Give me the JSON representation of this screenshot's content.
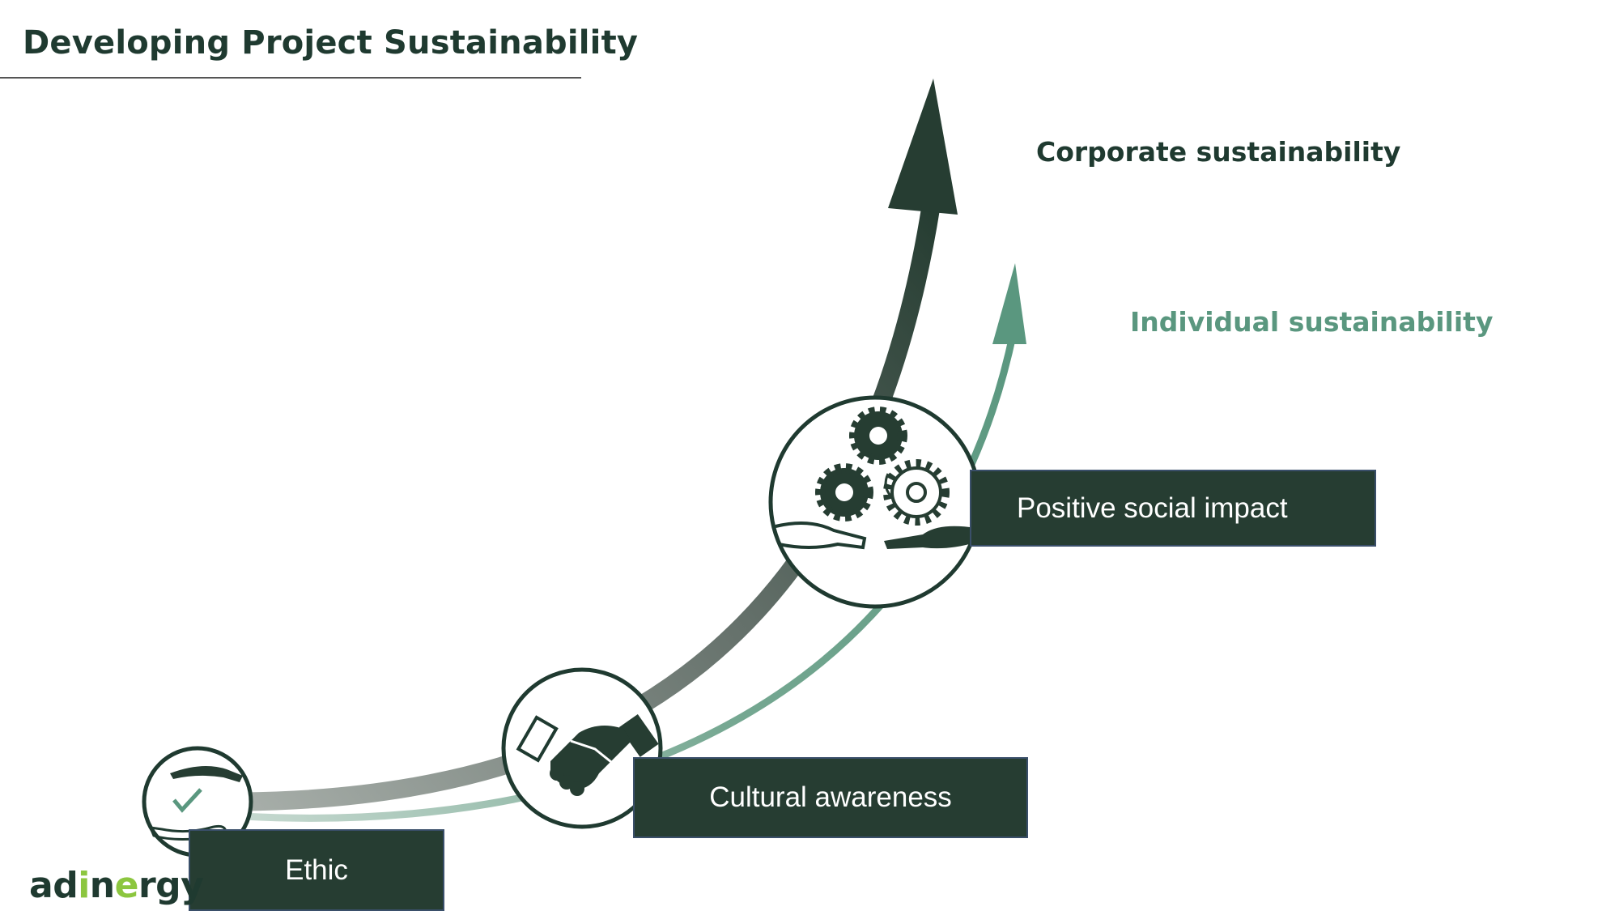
{
  "title": "Developing Project Sustainability",
  "curves": {
    "corporate": {
      "label": "Corporate sustainability",
      "color": "#1f3a30"
    },
    "individual": {
      "label": "Individual sustainability",
      "color": "#5a977f"
    }
  },
  "stages": [
    {
      "label": "Ethic",
      "icon": "hands-check-icon"
    },
    {
      "label": "Cultural awareness",
      "icon": "handshake-icon"
    },
    {
      "label": "Positive social impact",
      "icon": "gears-hands-icon"
    }
  ],
  "logo": {
    "part1": "ad",
    "part2": "i",
    "part3": "n",
    "part4": "e",
    "part5": "rgy"
  },
  "colors": {
    "dark_green": "#263d32",
    "light_green": "#5a977f",
    "accent": "#8cc63f"
  }
}
